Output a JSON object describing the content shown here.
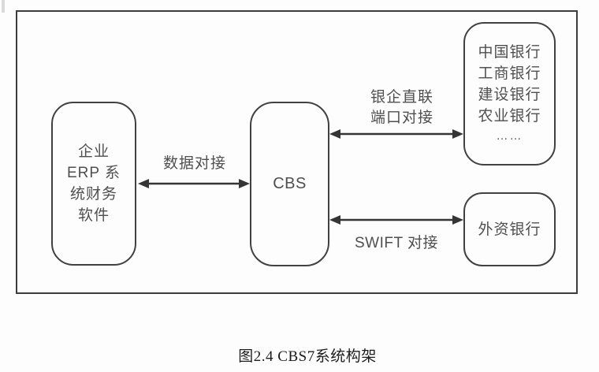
{
  "figure": {
    "caption": "图2.4 CBS7系统构架",
    "boxes": {
      "erp": {
        "lines": [
          "企业",
          "ERP 系",
          "统财务",
          "软件"
        ]
      },
      "cbs": {
        "label": "CBS"
      },
      "banks": {
        "lines": [
          "中国银行",
          "工商银行",
          "建设银行",
          "农业银行",
          "……"
        ]
      },
      "foreign": {
        "label": "外资银行"
      }
    },
    "links": {
      "data_link": {
        "label": "数据对接"
      },
      "direct_link": {
        "lines": [
          "银企直联",
          "端口对接"
        ]
      },
      "swift_link": {
        "label": "SWIFT 对接"
      }
    },
    "colors": {
      "stroke": "#3c3c3c",
      "box_text": "#4f4f4f",
      "caption_text": "#1c1c1c",
      "background": "#fdfdfd"
    }
  }
}
